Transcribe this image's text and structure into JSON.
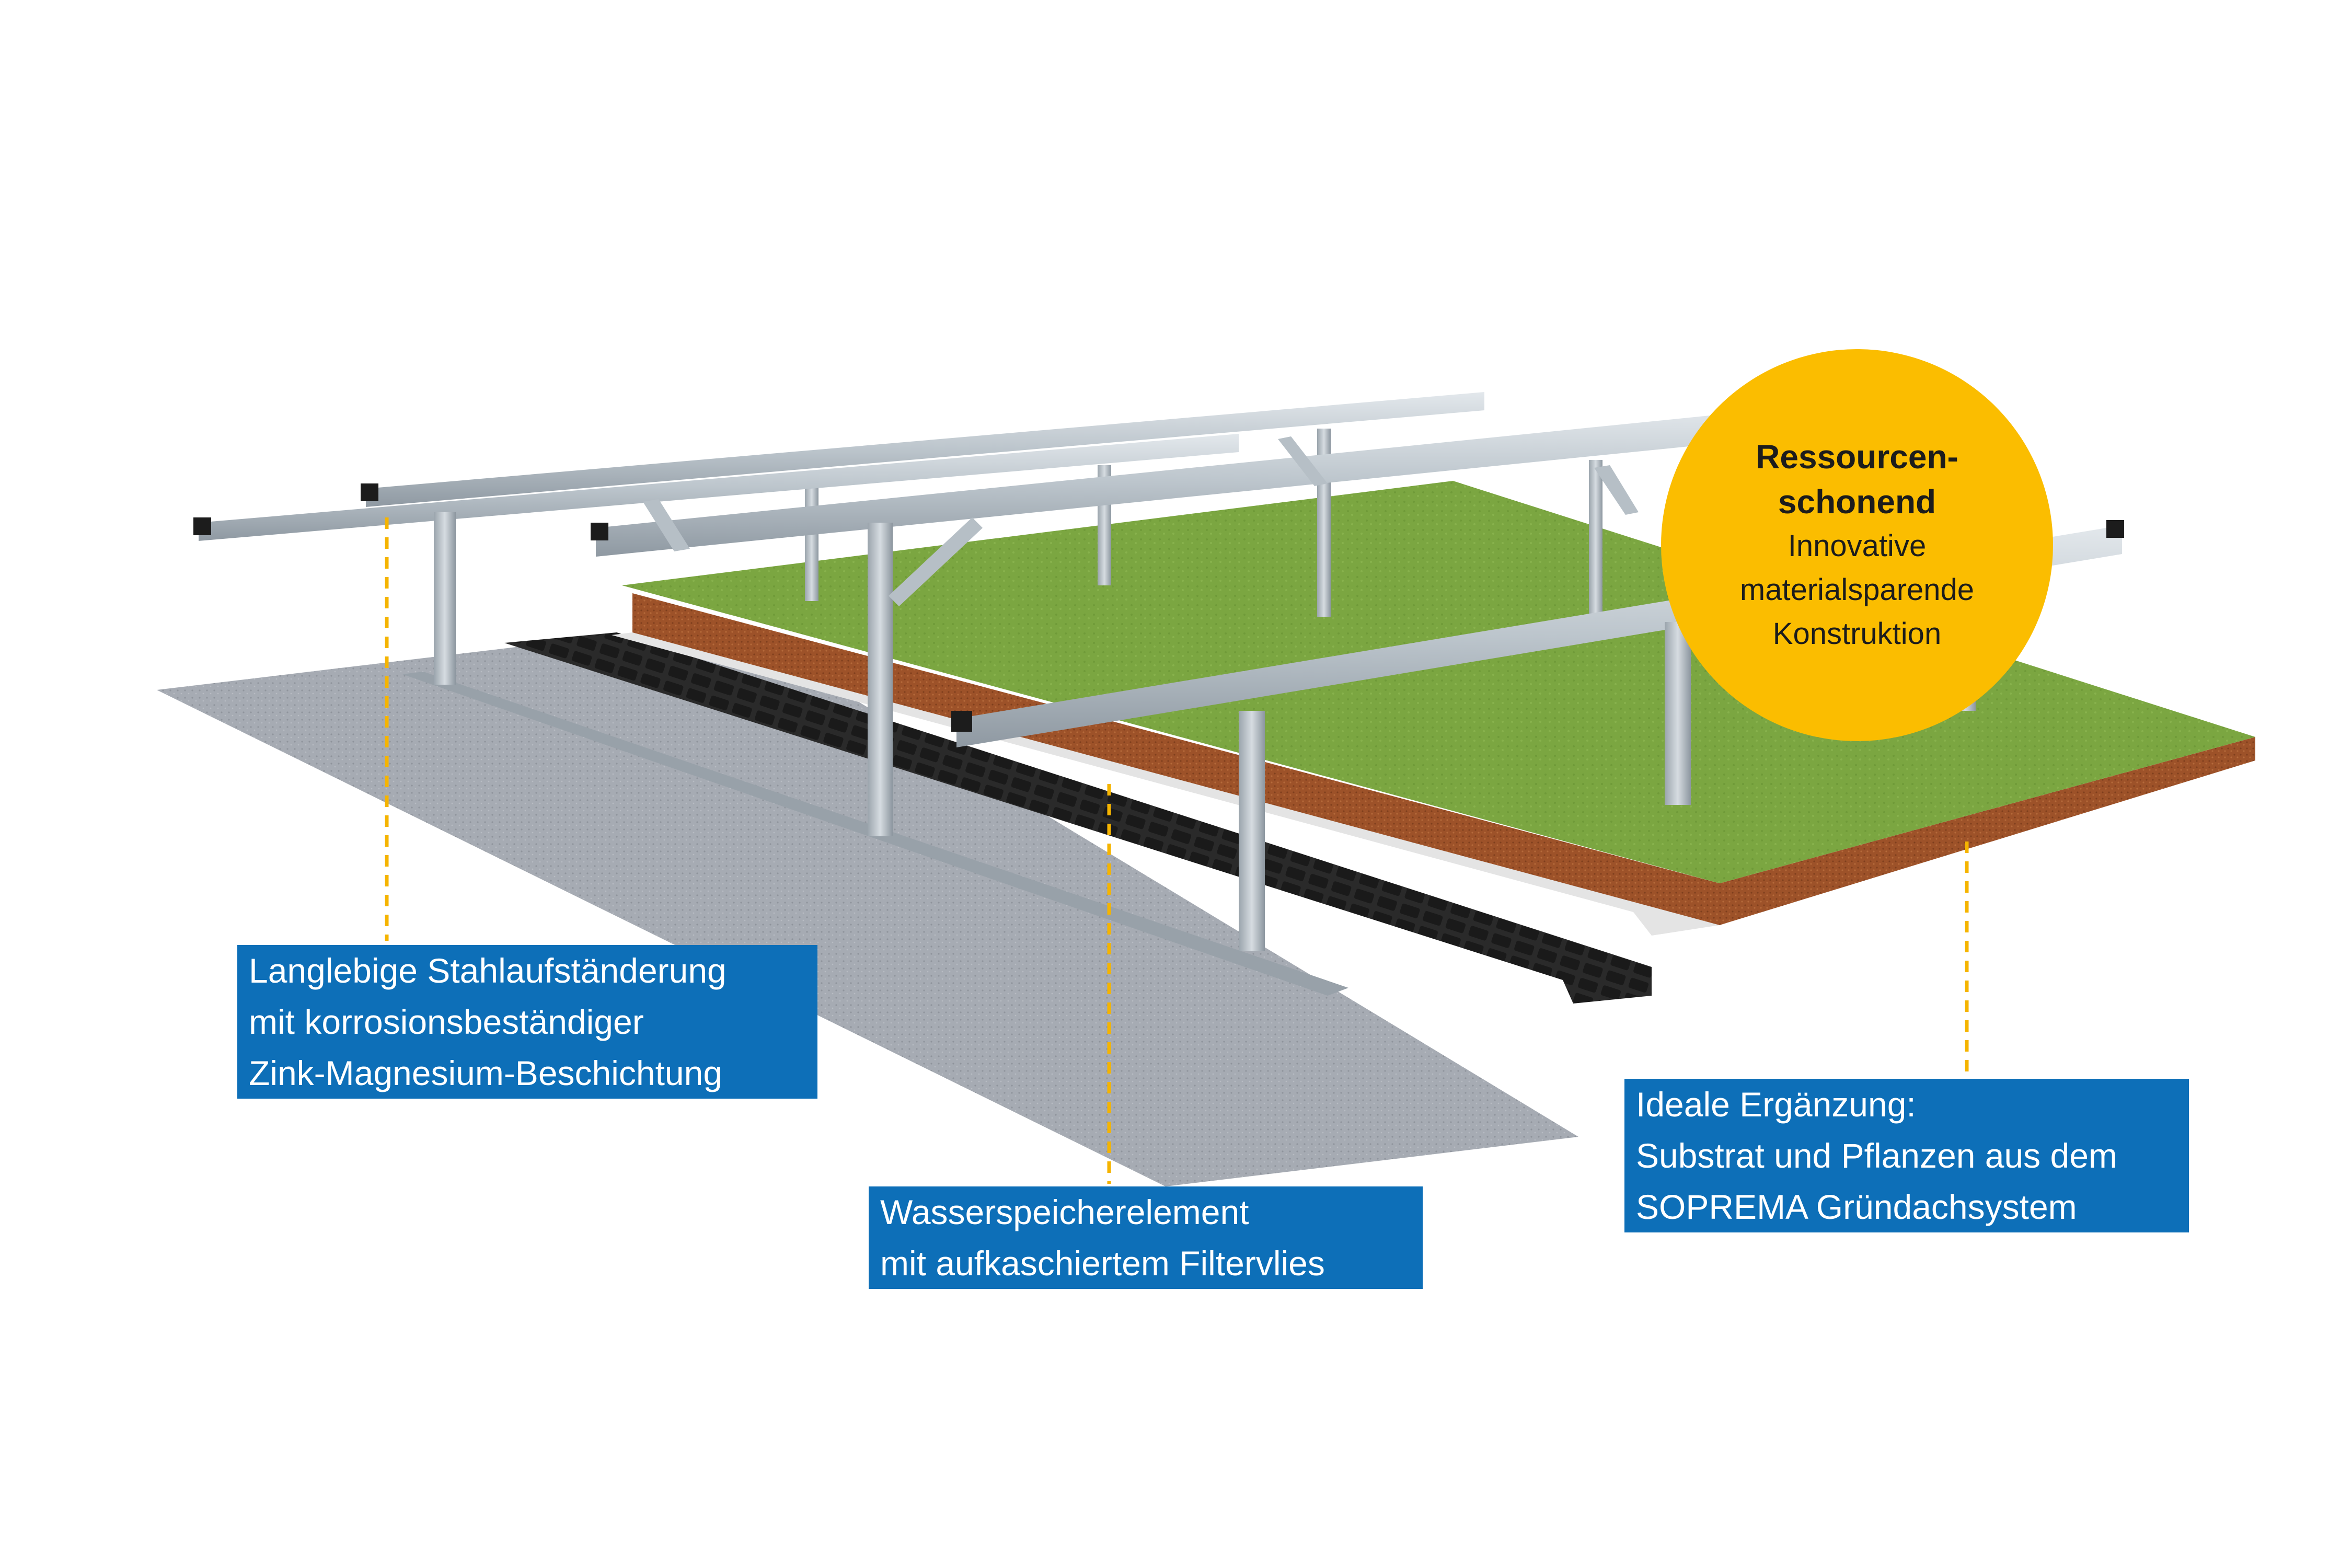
{
  "callouts": {
    "steel_frame": {
      "lines": [
        "Langlebige Stahlaufständerung",
        "mit korrosionsbeständiger",
        "Zink-Magnesium-Beschichtung"
      ]
    },
    "water_storage": {
      "lines": [
        "Wasserspeicherelement",
        "mit aufkaschiertem Filtervlies"
      ]
    },
    "green_roof": {
      "lines": [
        "Ideale Ergänzung:",
        "Substrat und Pflanzen aus dem",
        "SOPREMA Gründachsystem"
      ]
    }
  },
  "badge": {
    "title_lines": [
      "Ressourcen-",
      "schonend"
    ],
    "text_lines": [
      "Innovative",
      "materialsparende",
      "Konstruktion"
    ]
  },
  "colors": {
    "label_background": "#0d6fb8",
    "badge_background": "#fbbd00",
    "leader_line": "#f5b400",
    "grass": "#7aa83f",
    "substrate": "#a0522d",
    "roof_membrane": "#a4a8b0",
    "water_element": "#2b2b2b",
    "filter_fleece": "#e2e2e2",
    "steel": "#b9c2c9"
  }
}
